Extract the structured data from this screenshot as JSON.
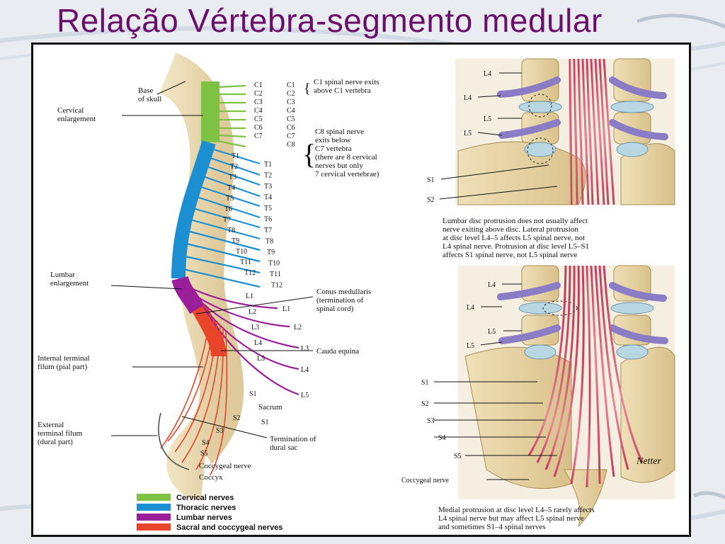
{
  "slide": {
    "title": "Relação Vértebra-segmento medular"
  },
  "left_panel": {
    "labels": {
      "base_of_skull": [
        "Base",
        "of skull"
      ],
      "cervical_enlargement": [
        "Cervical",
        "enlargement"
      ],
      "lumbar_enlargement": [
        "Lumbar",
        "enlargement"
      ],
      "conus_medullaris": [
        "Conus medullaris",
        "(termination of",
        "spinal cord)"
      ],
      "cauda_equina": "Cauda equina",
      "internal_filum": [
        "Internal terminal",
        "filum (pial part)"
      ],
      "external_filum": [
        "External",
        "terminal filum",
        "(dural part)"
      ],
      "termination_dural_sac": [
        "Termination of",
        "dural sac"
      ],
      "sacrum": "Sacrum",
      "coccygeal_nerve": "Coccygeal nerve",
      "coccyx": "Coccyx"
    },
    "annotations": {
      "c1_note": [
        "C1 spinal nerve exits",
        "above C1 vertebra"
      ],
      "c8_note": [
        "C8 spinal nerve",
        "exits below",
        "C7 vertebra",
        "(there are 8 cervical",
        "nerves but only",
        "7 cervical vertebrae)"
      ]
    },
    "vertebra_labels": [
      "C1",
      "C2",
      "C3",
      "C4",
      "C5",
      "C6",
      "C7",
      "T1",
      "T2",
      "T3",
      "T4",
      "T5",
      "T6",
      "T7",
      "T8",
      "T9",
      "T10",
      "T11",
      "T12",
      "L1",
      "L2",
      "L3",
      "L4",
      "L5",
      "S1",
      "S2",
      "S3",
      "S4",
      "S5"
    ],
    "nerve_labels": [
      "C1",
      "C2",
      "C3",
      "C4",
      "C5",
      "C6",
      "C7",
      "C8",
      "T1",
      "T2",
      "T3",
      "T4",
      "T5",
      "T6",
      "T7",
      "T8",
      "T9",
      "T10",
      "T11",
      "T12",
      "L1",
      "L2",
      "L3",
      "L4",
      "L5",
      "S1"
    ],
    "legend": [
      {
        "label": "Cervical nerves",
        "color": "#7dc242"
      },
      {
        "label": "Thoracic nerves",
        "color": "#1b8fd1"
      },
      {
        "label": "Lumbar nerves",
        "color": "#9b1e9b"
      },
      {
        "label": "Sacral and coccygeal nerves",
        "color": "#e8452a"
      }
    ]
  },
  "right_top": {
    "labels": [
      "L4",
      "L4",
      "L5",
      "L5",
      "S1",
      "S2"
    ],
    "caption": [
      "Lumbar disc protrusion does not usually affect",
      "nerve exiting above disc. Lateral protrusion",
      "at disc level L4–5 affects L5 spinal nerve, not",
      "L4 spinal nerve. Protrusion at disc level L5–S1",
      "affects S1 spinal nerve, not L5 spinal nerve"
    ]
  },
  "right_bottom": {
    "labels": [
      "L4",
      "L4",
      "L5",
      "L5",
      "S1",
      "S2",
      "S3",
      "S4",
      "S5"
    ],
    "coccygeal_label": "Coccygeal nerve",
    "caption": [
      "Medial protrusion at disc level L4–5 rarely affects",
      "L4 spinal nerve but may affect L5 spinal nerve",
      "and sometimes S1–4 spinal nerves"
    ]
  },
  "signature": {
    "text": "Netter"
  }
}
